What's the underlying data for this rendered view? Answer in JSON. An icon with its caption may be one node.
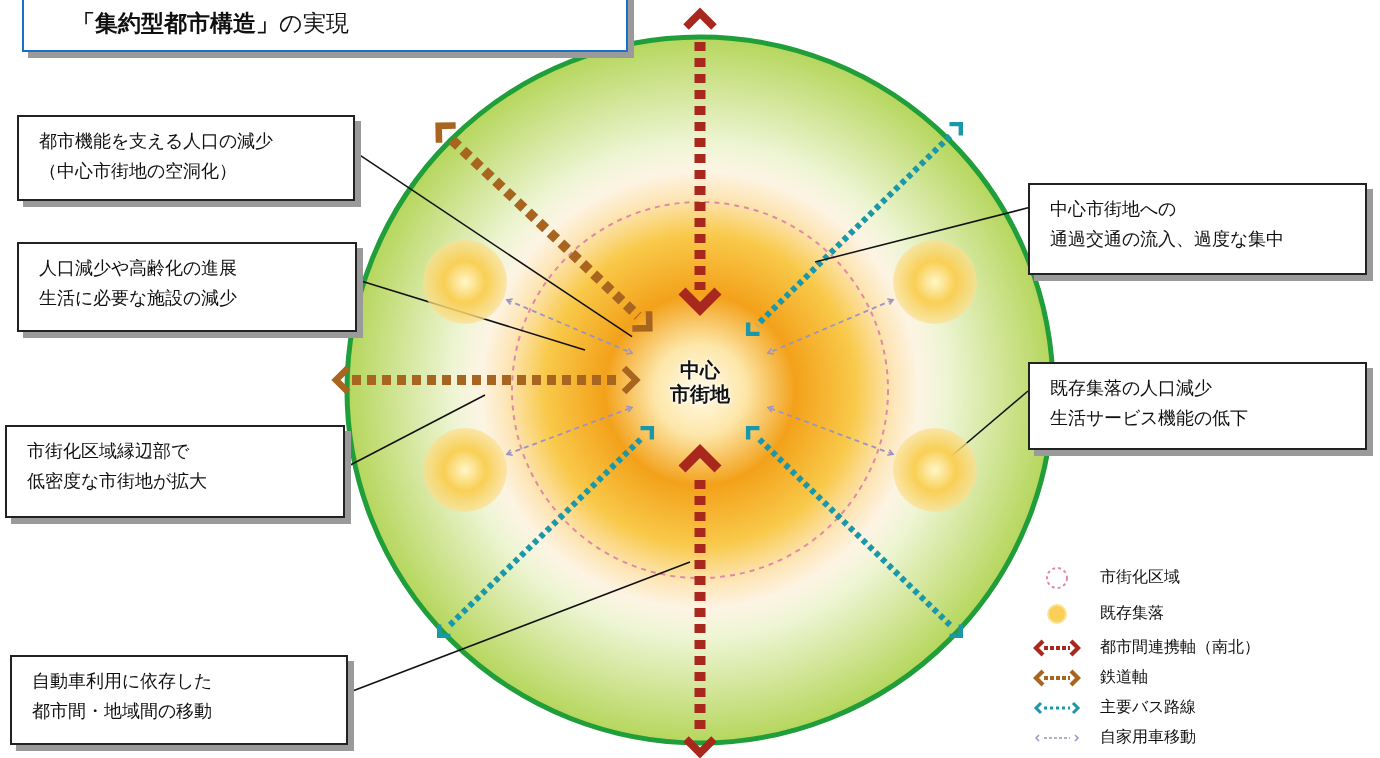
{
  "diagram": {
    "nodes": [
      {
        "text": [
          "**「集約型都市構造」**の実現"
        ]
      },
      {
        "text": [
          "中心市街地"
        ]
      },
      {
        "text": [
          "都市機能を支える人口の減少（中心市街地の空洞化）"
        ]
      },
      {
        "text": [
          "中心市街地への通過交通の流入、過度な集中"
        ]
      },
      {
        "text": [
          "人口減少や高齢化の進展生活に必要な施設の減少"
        ]
      },
      {
        "text": [
          "既存集落の人口減少生活サービス機能の低下"
        ]
      },
      {
        "text": [
          "市街化区域縁辺部で低密度な市街地が拡大"
        ]
      },
      {
        "text": [
          "自動車利用に依存した都市間・地域間の移動"
        ]
      },
      {
        "text": [],
        "shape": "circle"
      },
      {
        "text": [],
        "shape": "circle"
      },
      {
        "text": [],
        "shape": "circle"
      },
      {
        "text": [],
        "shape": "circle"
      }
    ],
    "edges": [
      {
        "from": 2,
        "to": 1,
        "arrow": "none"
      },
      {
        "from": 3,
        "to": null,
        "arrow": "none"
      },
      {
        "from": 4,
        "to": null,
        "arrow": "none"
      },
      {
        "from": 5,
        "to": 11,
        "arrow": "none"
      },
      {
        "from": 6,
        "to": null,
        "arrow": "none"
      },
      {
        "from": 7,
        "to": null,
        "arrow": "none"
      },
      {
        "from": 8,
        "to": 1,
        "arrow": "both",
        "style": "dashed",
        "color": "#9b93c6"
      },
      {
        "from": 9,
        "to": 1,
        "arrow": "both",
        "style": "dashed",
        "color": "#9b93c6"
      },
      {
        "from": 10,
        "to": 1,
        "arrow": "both",
        "style": "dashed",
        "color": "#9b93c6"
      },
      {
        "from": 11,
        "to": 1,
        "arrow": "both",
        "style": "dashed",
        "color": "#9b93c6"
      }
    ],
    "legend": [
      {
        "text": "市街化区域"
      },
      {
        "text": "既存集落"
      },
      {
        "text": "都市間連携軸（南北）"
      },
      {
        "text": "鉄道軸"
      },
      {
        "text": "主要バス路線"
      },
      {
        "text": "自家用車移動"
      }
    ]
  }
}
